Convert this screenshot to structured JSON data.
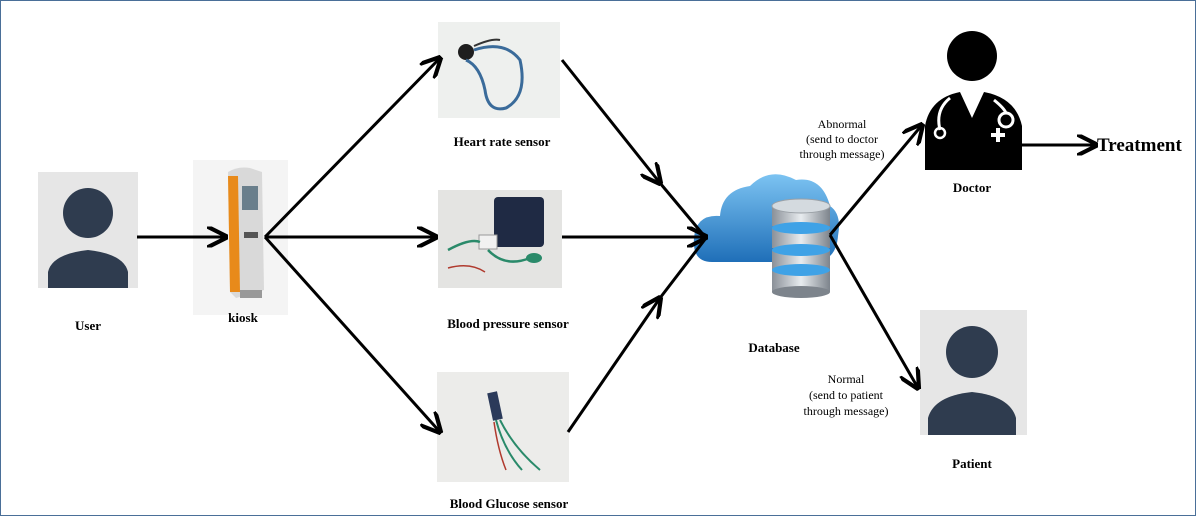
{
  "nodes": {
    "user": "User",
    "kiosk": "kiosk",
    "heart": "Heart rate sensor",
    "bp": "Blood pressure sensor",
    "glucose": "Blood Glucose sensor",
    "database": "Database",
    "doctor": "Doctor",
    "patient": "Patient",
    "treatment": "Treatment"
  },
  "edges": {
    "abnormal": [
      "Abnormal",
      "(send to doctor",
      "through message)"
    ],
    "normal": [
      "Normal",
      "(send to patient",
      "through message)"
    ]
  },
  "colors": {
    "avatar": "#2f3c4f",
    "avatar_bg": "#e6e6e6",
    "cloud": "#2e8fd6",
    "kiosk_orange": "#e88a1a",
    "border": "#4a6f98"
  }
}
